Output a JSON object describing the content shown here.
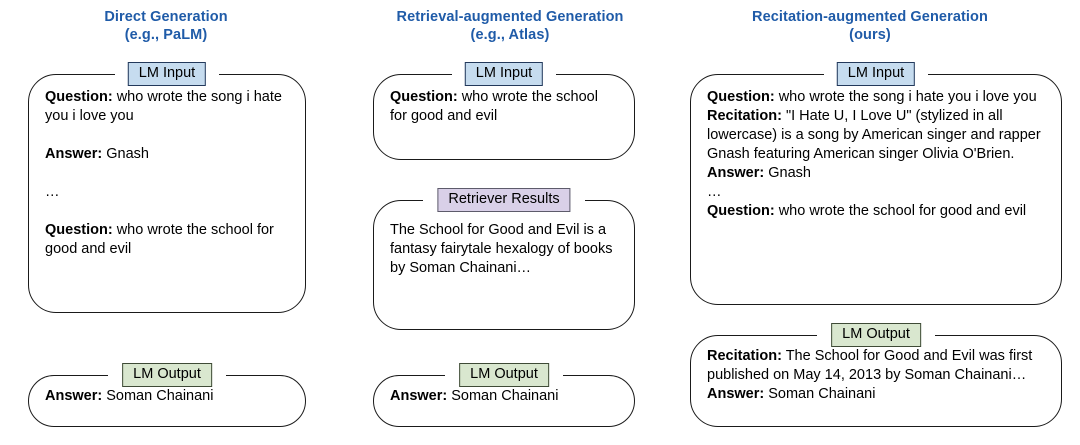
{
  "figure": {
    "title": "Comparison of Direct, Retrieval-augmented and Recitation-augmented Generation",
    "accent_color": "#1f5ba8",
    "badge_colors": {
      "lm_input": "#c6dcef",
      "lm_output": "#d9e7cf",
      "retriever_results": "#d9d0e8"
    }
  },
  "columns": [
    {
      "id": "direct-generation",
      "title_line1": "Direct Generation",
      "title_line2": "(e.g., PaLM)",
      "panels": [
        {
          "id": "lm-input",
          "badge": "LM Input",
          "badge_kind": "blue",
          "lines": [
            {
              "label": "Question:",
              "text": " who wrote the song i hate you i love you"
            },
            {
              "label": "",
              "text": ""
            },
            {
              "label": "Answer:",
              "text": " Gnash"
            },
            {
              "label": "",
              "text": ""
            },
            {
              "label": "",
              "text": "…"
            },
            {
              "label": "",
              "text": ""
            },
            {
              "label": "Question:",
              "text": " who wrote the school for good and evil"
            }
          ]
        },
        {
          "id": "lm-output",
          "badge": "LM Output",
          "badge_kind": "green",
          "lines": [
            {
              "label": "Answer:",
              "text": " Soman Chainani"
            }
          ]
        }
      ]
    },
    {
      "id": "retrieval-augmented-generation",
      "title_line1": "Retrieval-augmented Generation",
      "title_line2": "(e.g., Atlas)",
      "panels": [
        {
          "id": "lm-input",
          "badge": "LM Input",
          "badge_kind": "blue",
          "lines": [
            {
              "label": "Question:",
              "text": " who wrote the school for good and evil"
            }
          ]
        },
        {
          "id": "retriever-results",
          "badge": "Retriever Results",
          "badge_kind": "purple",
          "lines": [
            {
              "label": "",
              "text": "The School for Good and Evil is a fantasy fairytale hexalogy of books by Soman Chainani…"
            }
          ]
        },
        {
          "id": "lm-output",
          "badge": "LM Output",
          "badge_kind": "green",
          "lines": [
            {
              "label": "Answer:",
              "text": " Soman Chainani"
            }
          ]
        }
      ]
    },
    {
      "id": "recitation-augmented-generation",
      "title_line1": "Recitation-augmented Generation",
      "title_line2": "(ours)",
      "panels": [
        {
          "id": "lm-input",
          "badge": "LM Input",
          "badge_kind": "blue",
          "lines": [
            {
              "label": "Question:",
              "text": " who wrote the song i hate you i love you"
            },
            {
              "label": "Recitation:",
              "text": " \"I Hate U, I Love U\" (stylized in all lowercase) is a song by American singer and rapper Gnash featuring American singer Olivia O'Brien."
            },
            {
              "label": "Answer:",
              "text": " Gnash"
            },
            {
              "label": "",
              "text": "…"
            },
            {
              "label": "Question:",
              "text": " who wrote the school for good and evil"
            }
          ]
        },
        {
          "id": "lm-output",
          "badge": "LM Output",
          "badge_kind": "green",
          "lines": [
            {
              "label": "Recitation:",
              "text": " The School for Good and Evil was first published on May 14, 2013 by Soman Chainani…"
            },
            {
              "label": "Answer:",
              "text": " Soman Chainani"
            }
          ]
        }
      ]
    }
  ]
}
